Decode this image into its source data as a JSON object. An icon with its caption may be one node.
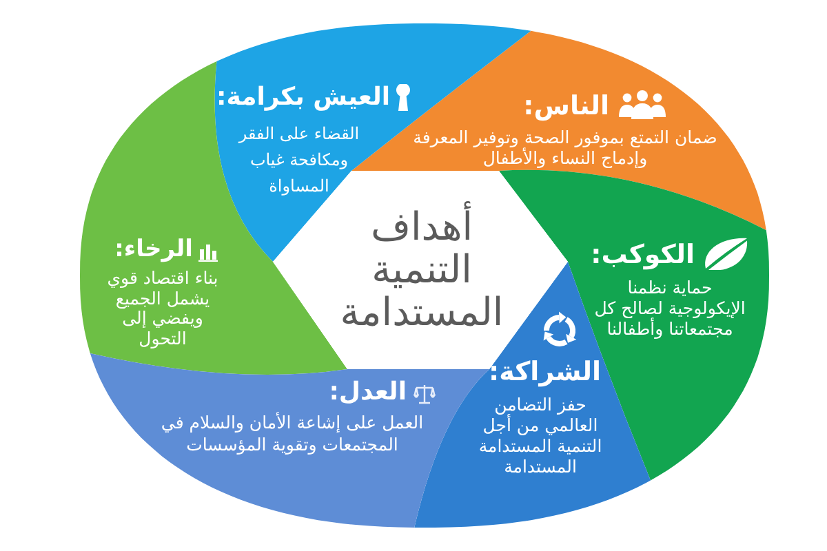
{
  "diagram": {
    "nodes": [
      {
        "text": [
          "الناس:",
          "ضمان التمتع بموفور الصحة وتوفير المعرفة وإدماج النساء والأطفال"
        ]
      },
      {
        "text": [
          "العيش بكرامة:",
          "القضاء على الفقر ومكافحة غياب المساواة"
        ]
      },
      {
        "text": [
          "الكوكب:",
          "حماية نظمنا الإيكولوجية لصالح كل مجتمعاتنا وأطفالنا"
        ]
      },
      {
        "text": [
          "أهداف التنمية المستدامة"
        ]
      },
      {
        "text": [
          "الرخاء:",
          "بناء اقتصاد قوي يشمل الجميع ويفضي إلى التحول"
        ]
      },
      {
        "text": [
          "الشراكة:",
          "حفز التضامن العالمي من أجل التنمية المستدامة المستدامة"
        ]
      },
      {
        "text": [
          "العدل:",
          "العمل على إشاعة الأمان والسلام في المجتمعات وتقوية المؤسسات"
        ]
      }
    ]
  }
}
